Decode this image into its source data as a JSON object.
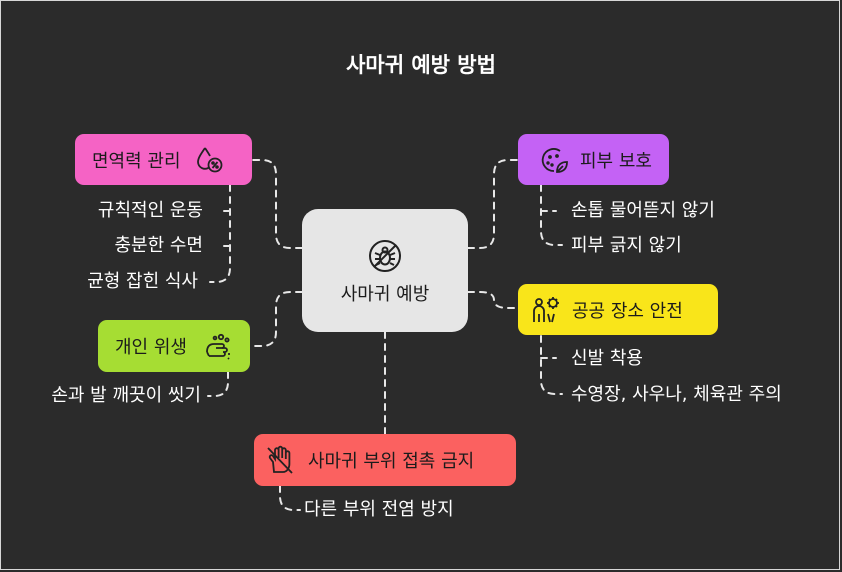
{
  "title": "사마귀 예방 방법",
  "center": {
    "label": "사마귀 예방",
    "icon": "no-bug-icon"
  },
  "branches": {
    "immunity": {
      "label": "면역력 관리",
      "icon": "droplet-percent-icon",
      "color": "#f563c5",
      "leaves": [
        "규칙적인 운동",
        "충분한 수면",
        "균형 잡힌 식사"
      ]
    },
    "skin": {
      "label": "피부 보호",
      "icon": "face-leaf-icon",
      "color": "#c462f5",
      "leaves": [
        "손톱 물어뜯지 않기",
        "피부 긁지 않기"
      ]
    },
    "hygiene": {
      "label": "개인 위생",
      "icon": "hand-wash-icon",
      "color": "#a6dd33",
      "leaves": [
        "손과 발 깨끗이 씻기"
      ]
    },
    "public": {
      "label": "공공 장소 안전",
      "icon": "person-virus-icon",
      "color": "#f9e51a",
      "leaves": [
        "신발 착용",
        "수영장, 사우나, 체육관 주의"
      ]
    },
    "contact": {
      "label": "사마귀 부위 접촉 금지",
      "icon": "no-touch-hand-icon",
      "color": "#fb6160",
      "leaves": [
        "다른 부위 전염 방지"
      ]
    }
  }
}
